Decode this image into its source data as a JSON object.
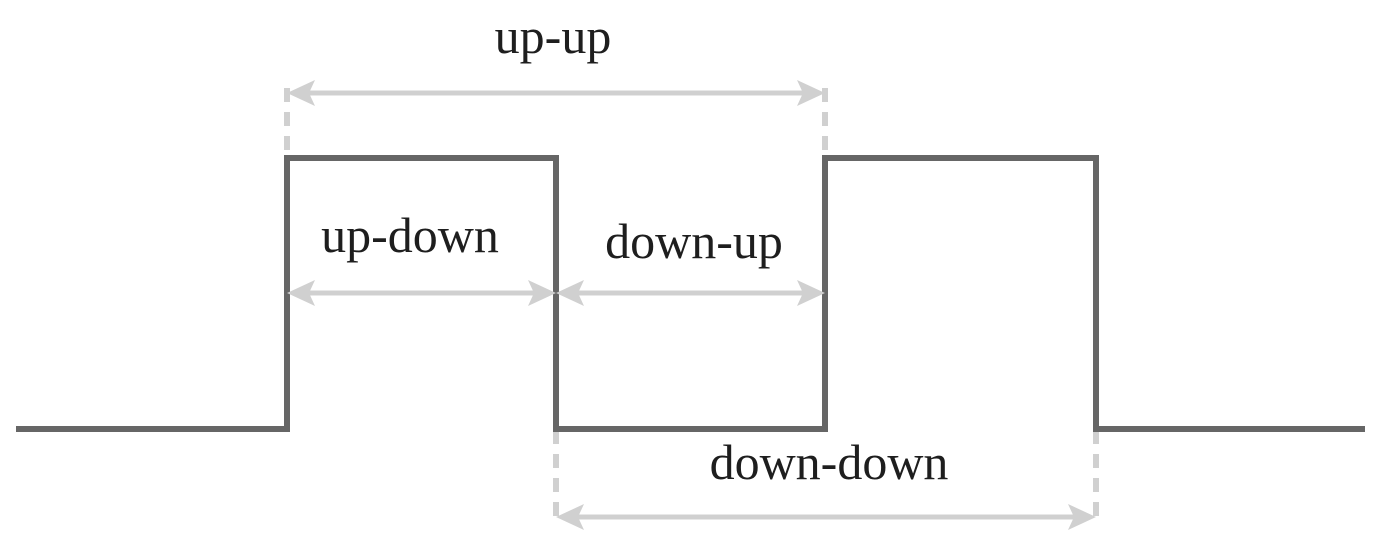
{
  "diagram": {
    "labels": {
      "up_up": "up-up",
      "up_down": "up-down",
      "down_up": "down-up",
      "down_down": "down-down"
    },
    "colors": {
      "signal": "#666666",
      "annotation": "#d0d0d0",
      "text": "#1e1e1e",
      "background": "#ffffff"
    }
  }
}
